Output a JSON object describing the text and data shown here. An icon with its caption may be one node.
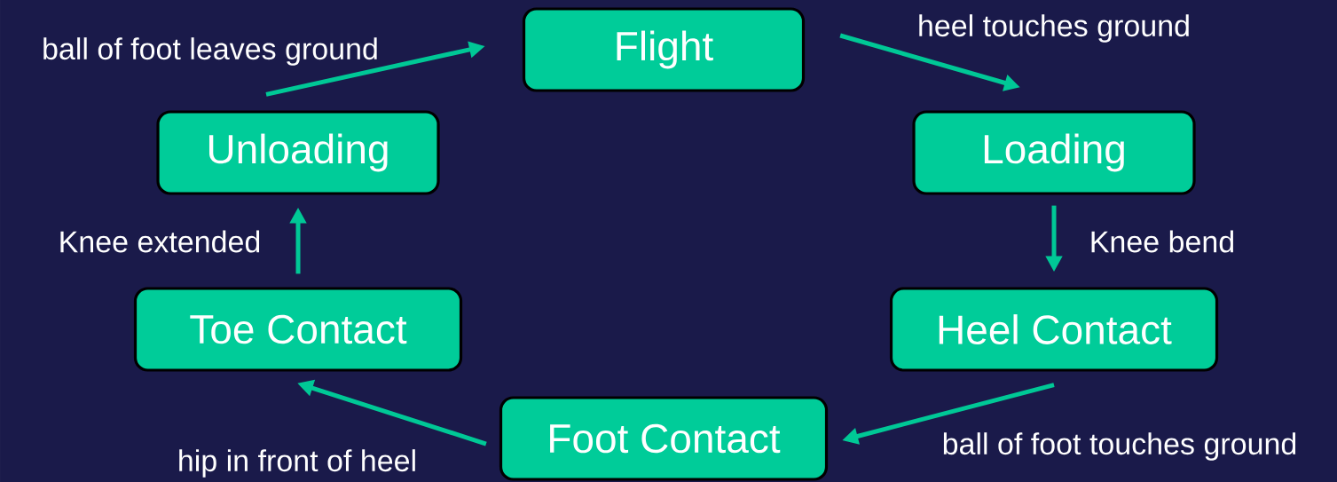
{
  "diagram": {
    "nodes": [
      {
        "text": [
          "Flight"
        ]
      },
      {
        "text": [
          "Loading"
        ]
      },
      {
        "text": [
          "Heel Contact"
        ]
      },
      {
        "text": [
          "Foot Contact"
        ]
      },
      {
        "text": [
          "Toe Contact"
        ]
      },
      {
        "text": [
          "Unloading"
        ]
      }
    ],
    "edges": [
      {
        "from": 0,
        "to": 1,
        "arrow": "to",
        "label": "heel touches ground"
      },
      {
        "from": 1,
        "to": 2,
        "arrow": "to",
        "label": "Knee bend"
      },
      {
        "from": 2,
        "to": 3,
        "arrow": "to",
        "label": "ball of foot touches ground"
      },
      {
        "from": 3,
        "to": 4,
        "arrow": "to",
        "label": "hip in front of heel"
      },
      {
        "from": 4,
        "to": 5,
        "arrow": "to",
        "label": "Knee extended"
      },
      {
        "from": 5,
        "to": 0,
        "arrow": "to",
        "label": "ball of foot leaves ground"
      }
    ]
  }
}
